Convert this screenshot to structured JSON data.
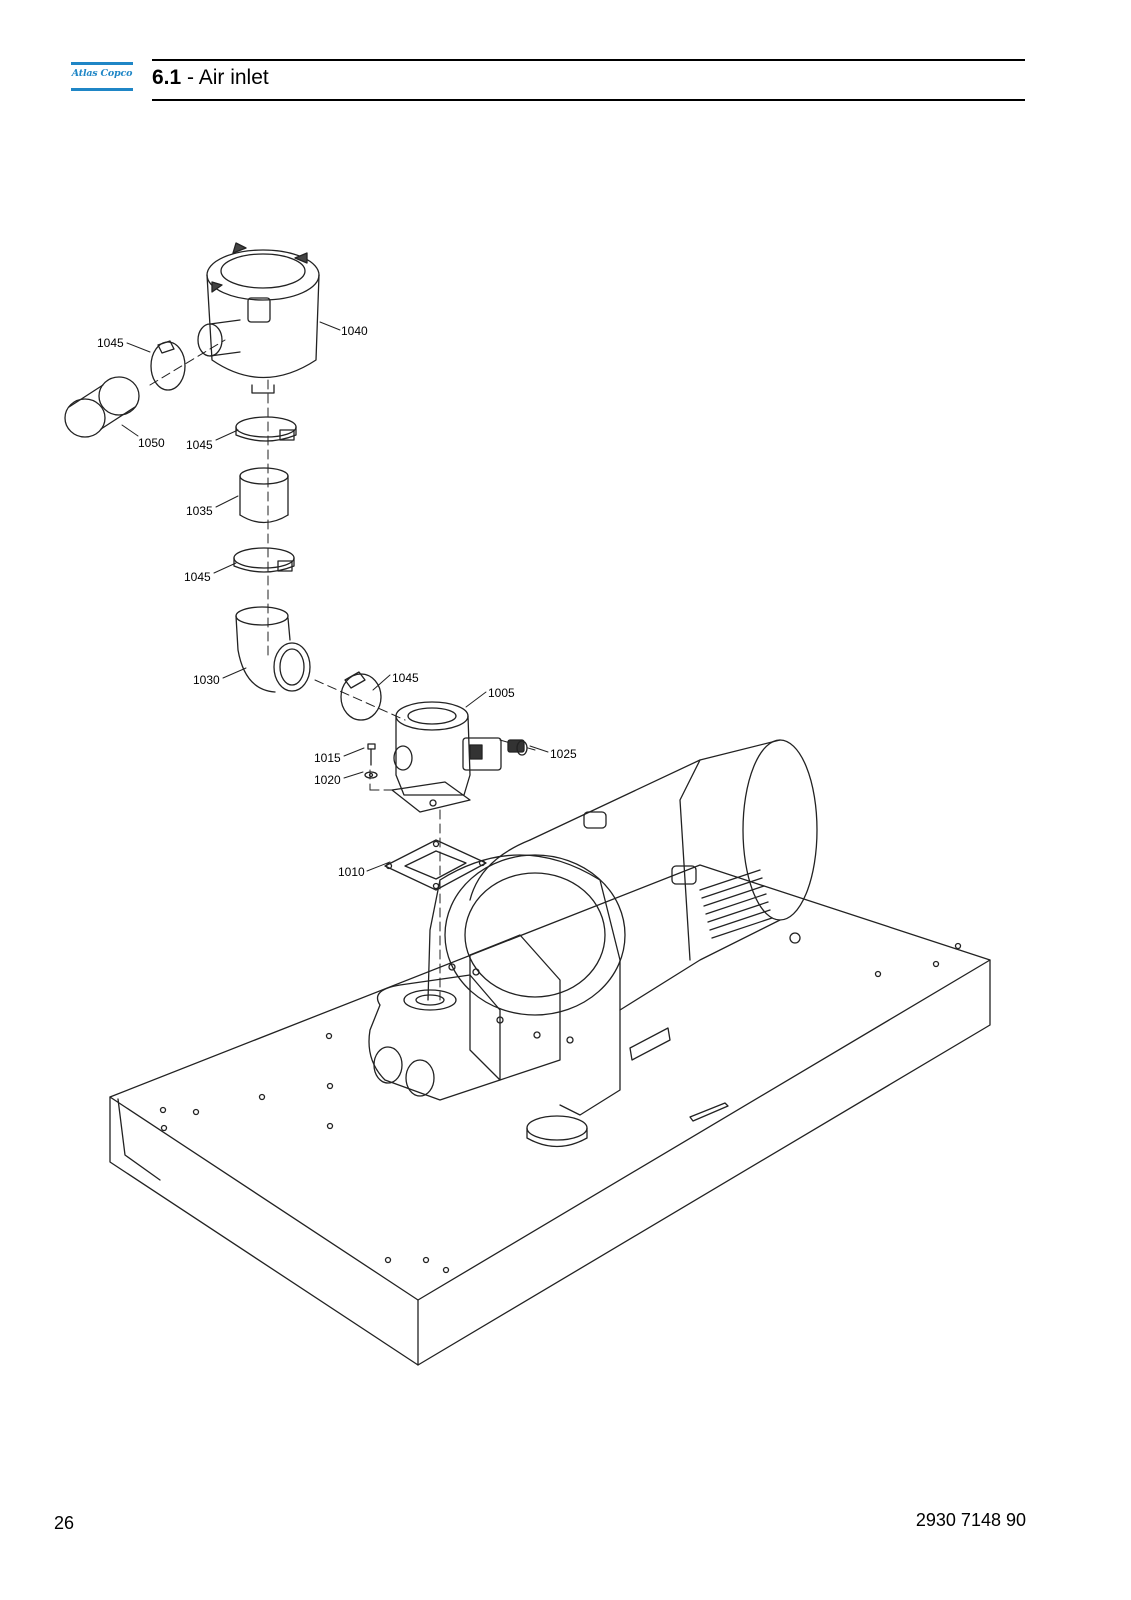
{
  "header": {
    "logo_text": "Atlas Copco",
    "section_number": "6.1",
    "section_title": " - Air inlet"
  },
  "callouts": {
    "c1045_a": "1045",
    "c1040": "1040",
    "c1050": "1050",
    "c1045_b": "1045",
    "c1035": "1035",
    "c1045_c": "1045",
    "c1030": "1030",
    "c1045_d": "1045",
    "c1005": "1005",
    "c1015": "1015",
    "c1025": "1025",
    "c1020": "1020",
    "c1010": "1010"
  },
  "footer": {
    "page_number": "26",
    "document_number": "2930 7148 90"
  }
}
